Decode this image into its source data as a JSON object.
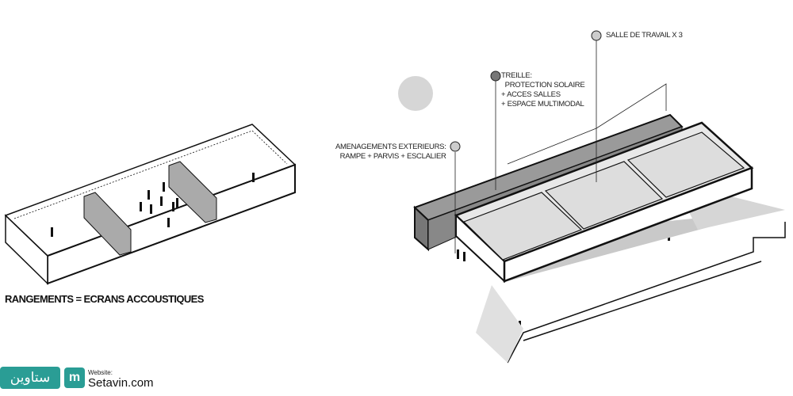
{
  "left_diagram": {
    "caption": "RANGEMENTS = ECRANS ACCOUSTIQUES"
  },
  "right_diagram": {
    "labels": {
      "salle": "SALLE DE TRAVAIL X 3",
      "treille": "TREILLE:\n  PROTECTION SOLAIRE\n+ ACCES SALLES\n+ ESPACE MULTIMODAL",
      "amenagements": "AMENAGEMENTS EXTERIEURS:\nRAMPE + PARVIS + ESCLALIER"
    }
  },
  "watermark": {
    "brand_ar": "ستاوین",
    "website_label": "Website:",
    "website": "Setavin.com"
  },
  "colors": {
    "dark": "#777777",
    "light": "#d9d9d9",
    "logo": "#2a9d95"
  }
}
